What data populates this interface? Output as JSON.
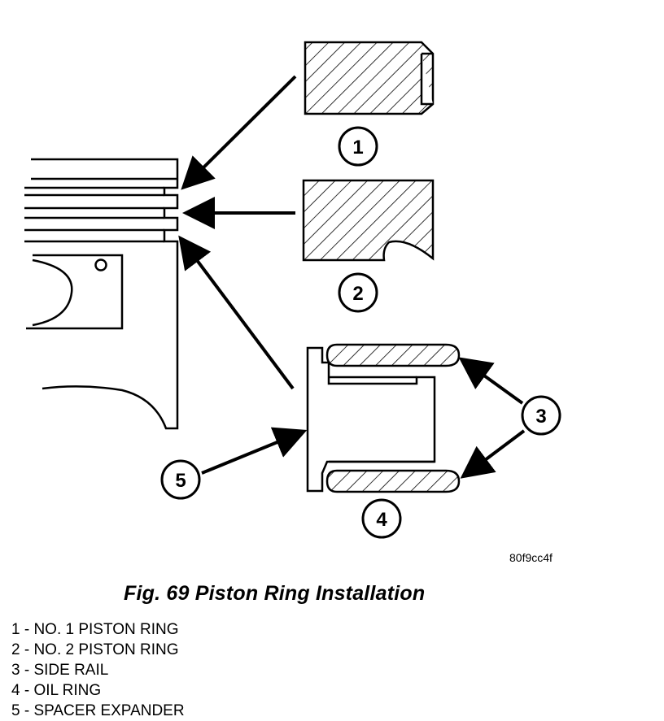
{
  "callouts": {
    "c1": "1",
    "c2": "2",
    "c3": "3",
    "c4": "4",
    "c5": "5"
  },
  "figure_id": "80f9cc4f",
  "caption": "Fig. 69 Piston Ring Installation",
  "legend": [
    "1 - NO. 1 PISTON RING",
    "2 - NO. 2 PISTON RING",
    "3 - SIDE RAIL",
    "4 - OIL RING",
    "5 - SPACER EXPANDER"
  ]
}
